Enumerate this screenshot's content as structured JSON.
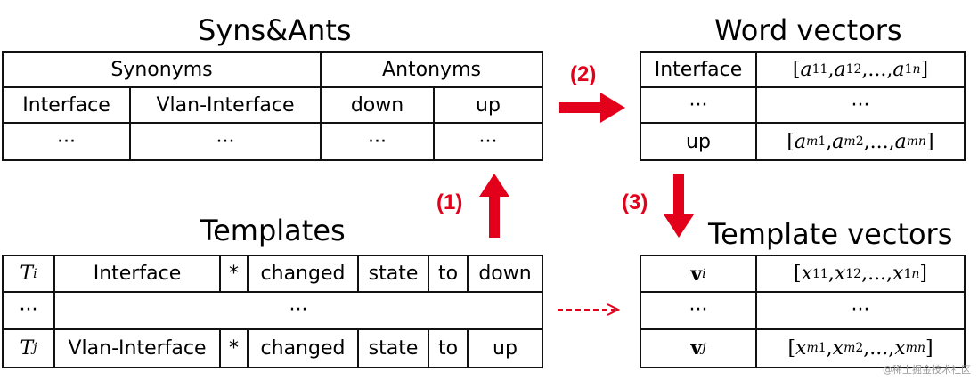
{
  "syns_ants": {
    "title": "Syns&Ants",
    "header_synonyms": "Synonyms",
    "header_antonyms": "Antonyms",
    "row1": [
      "Interface",
      "Vlan-Interface",
      "down",
      "up"
    ],
    "row2": [
      "···",
      "···",
      "···",
      "···"
    ]
  },
  "word_vectors": {
    "title": "Word vectors",
    "rows": [
      {
        "word": "Interface",
        "vector": "[a11, a12,..., a1n]"
      },
      {
        "word": "···",
        "vector": "···"
      },
      {
        "word": "up",
        "vector": "[am1, am2,..., amn]"
      }
    ]
  },
  "templates": {
    "title": "Templates",
    "row1": [
      "Ti",
      "Interface",
      "*",
      "changed",
      "state",
      "to",
      "down"
    ],
    "row2": [
      "···",
      "···"
    ],
    "row3": [
      "Tj",
      "Vlan-Interface",
      "*",
      "changed",
      "state",
      "to",
      "up"
    ]
  },
  "template_vectors": {
    "title": "Template vectors",
    "rows": [
      {
        "id": "vi",
        "vector": "[x11, x12,..., x1n]"
      },
      {
        "id": "···",
        "vector": "···"
      },
      {
        "id": "vj",
        "vector": "[xm1, xm2,..., xmn]"
      }
    ]
  },
  "steps": {
    "step1": "(1)",
    "step2": "(2)",
    "step3": "(3)"
  },
  "colors": {
    "arrow": "#e3001b",
    "border": "#111111"
  },
  "watermark": "@稀土掘金技术社区"
}
